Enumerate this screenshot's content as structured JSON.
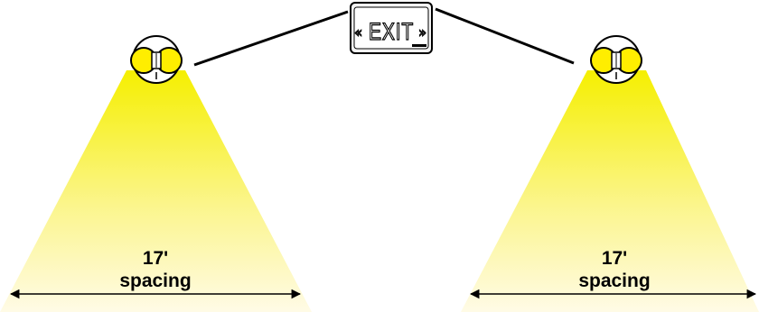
{
  "exit_sign": {
    "text": "EXIT",
    "arrow_left": "«",
    "arrow_right": "»",
    "label_color": "#000000"
  },
  "lights": [
    {
      "spacing_value": "17'",
      "spacing_label": "spacing"
    },
    {
      "spacing_value": "17'",
      "spacing_label": "spacing"
    }
  ],
  "colors": {
    "beam_top": "#f5ef00",
    "beam_bottom": "#fffbe6",
    "lamp": "#ffee00",
    "outline": "#000000",
    "background": "#ffffff"
  }
}
